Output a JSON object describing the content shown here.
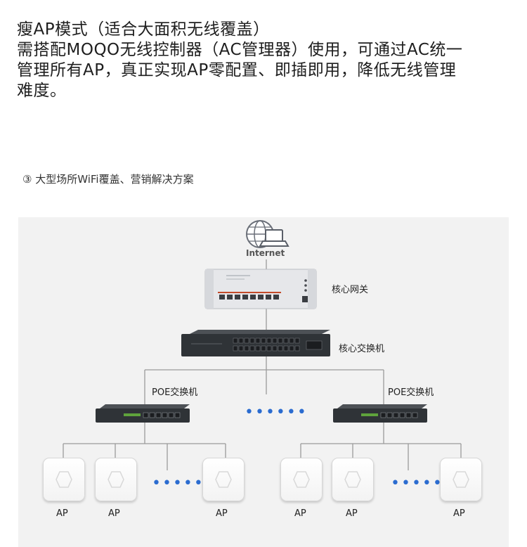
{
  "intro": {
    "lines": [
      "瘦AP模式（适合大面积无线覆盖）",
      "需搭配MOQO无线控制器（AC管理器）使用，可通过AC统一",
      "管理所有AP，真正实现AP零配置、即插即用，降低无线管理",
      "难度。"
    ]
  },
  "section_title": "③ 大型场所WiFi覆盖、营销解决方案",
  "diagram": {
    "internet_label": "Internet",
    "gateway_label": "核心网关",
    "core_switch_label": "核心交换机",
    "poe_left_label": "POE交换机",
    "poe_right_label": "POE交换机",
    "ellipsis_mid": "••••••",
    "ellipsis_left": "•••••",
    "ellipsis_right": "•••••",
    "ap_labels": [
      "AP",
      "AP",
      "AP",
      "AP",
      "AP",
      "AP"
    ],
    "colors": {
      "line": "#9a9a9a",
      "dots": "#2b6cd0",
      "switch": "#2f3337",
      "gateway": "#e6e7ea"
    }
  }
}
